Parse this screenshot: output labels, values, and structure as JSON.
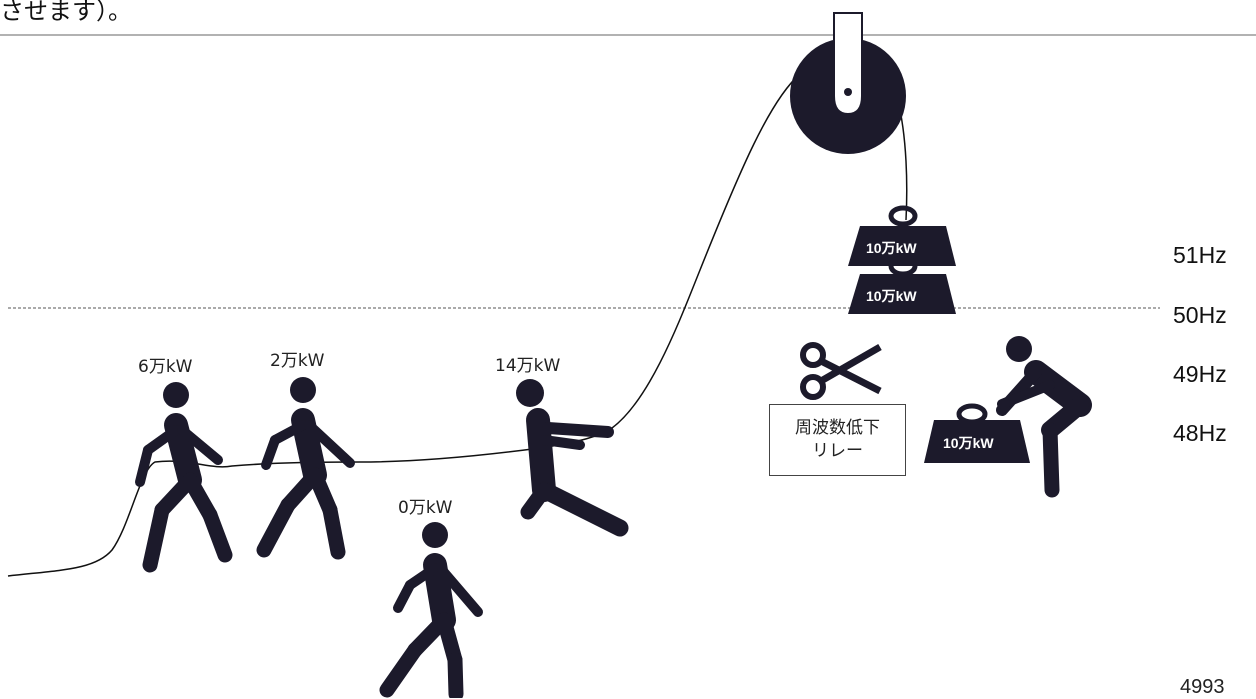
{
  "caption_fragment": "させます）。",
  "frequency_levels": [
    "51Hz",
    "50Hz",
    "49Hz",
    "48Hz"
  ],
  "generators": [
    {
      "label": "6万kW"
    },
    {
      "label": "2万kW"
    },
    {
      "label": "0万kW"
    },
    {
      "label": "14万kW"
    }
  ],
  "weights": {
    "hanging_top": "10万kW",
    "hanging_bottom": "10万kW",
    "carried": "10万kW"
  },
  "relay": {
    "line1": "周波数低下",
    "line2": "リレー"
  },
  "page_number": "4993",
  "colors": {
    "figure": "#1c1a2b",
    "line": "#999999"
  },
  "icons": [
    "scissors-icon",
    "pulley-icon",
    "weight-icon",
    "person-icon"
  ]
}
